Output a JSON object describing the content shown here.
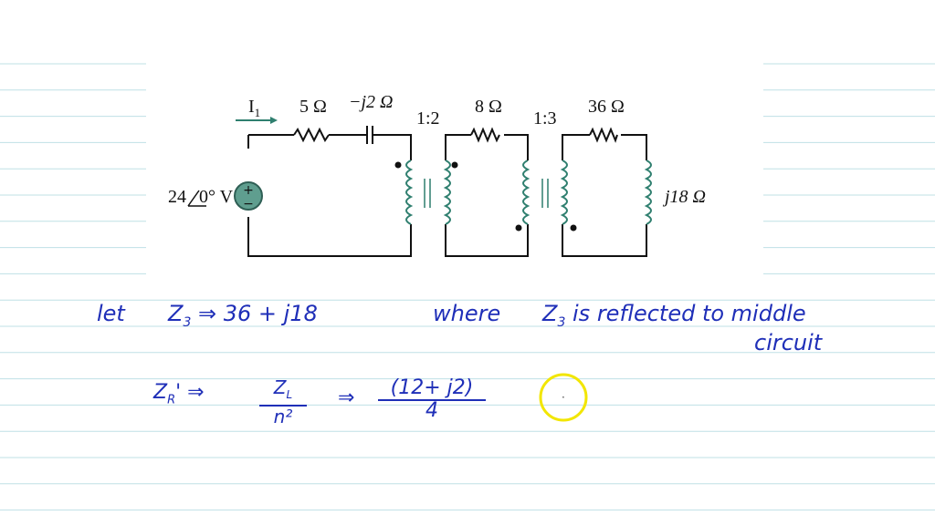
{
  "circuit": {
    "current_label": "I",
    "current_sub": "1",
    "source": "24",
    "source_angle": "0° V",
    "r1": "5 Ω",
    "c1": "−j2 Ω",
    "ratio1": "1:2",
    "r2": "8 Ω",
    "ratio2": "1:3",
    "r3": "36 Ω",
    "l3": "j18 Ω"
  },
  "notes": {
    "line1_let": "let",
    "line1_expr": "Z",
    "line1_sub": "3",
    "line1_rhs": "⇒ 36 + j18",
    "line1_where": "where",
    "line1_z": "Z",
    "line1_zsub": "3",
    "line1_text": "is reflected to middle",
    "line2_text": "circuit",
    "line3_lhs": "Z",
    "line3_lhs_sub": "R",
    "line3_lhs_prime": "' ⇒",
    "line3_num": "Z",
    "line3_num_sub": "L",
    "line3_den": "n²",
    "line3_arrow": "⇒",
    "line3_rnum": "(12+ j2)",
    "line3_rden": "4",
    "cursor_dot": "·"
  },
  "colors": {
    "ink": "#1f2fb8",
    "rule": "#bfe0e6",
    "source_fill": "#5f9e8f",
    "coil": "#2f7f6f",
    "pointer": "#f2e600"
  }
}
